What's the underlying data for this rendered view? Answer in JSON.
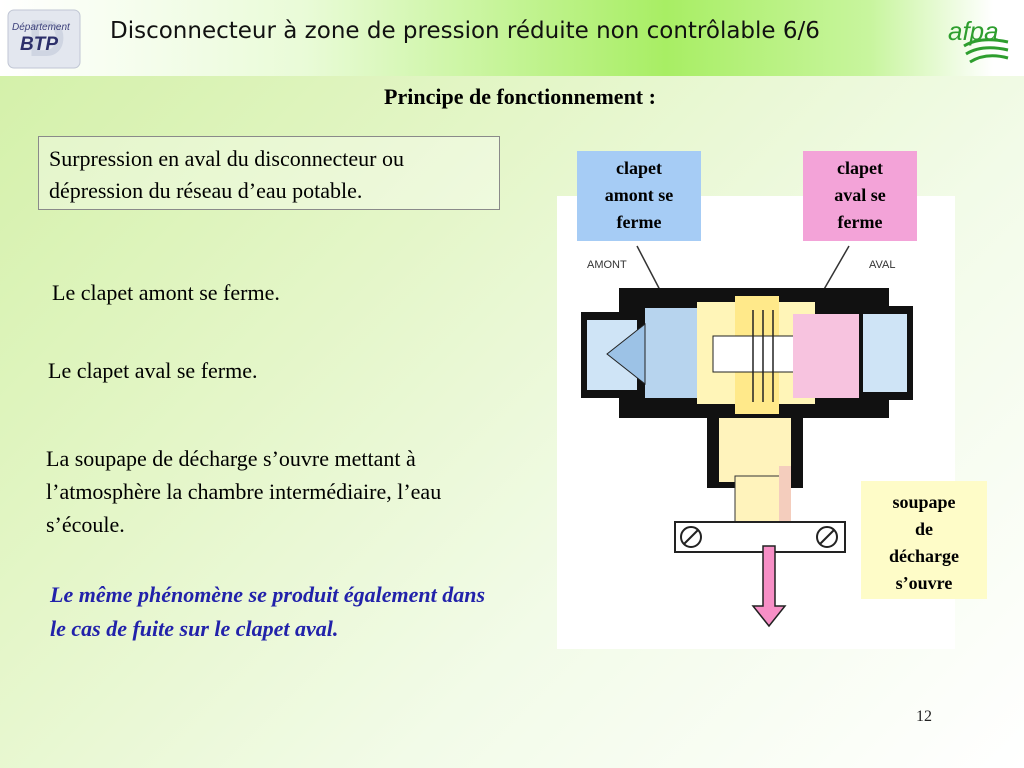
{
  "header": {
    "title": "Disconnecteur à zone de pression réduite non contrôlable 6/6",
    "logo_left_line1": "Département",
    "logo_left_line2": "BTP",
    "logo_right": "afpa"
  },
  "subtitle": "Principe de fonctionnement :",
  "intro": "Surpression en aval du disconnecteur ou dépression du réseau d’eau potable.",
  "paragraphs": {
    "p1": "Le clapet amont se ferme.",
    "p2": "Le clapet aval se ferme.",
    "p3": "La soupape de décharge s’ouvre mettant à l’atmosphère la chambre intermédiaire, l’eau s’écoule.",
    "p4": "Le même phénomène se produit également dans le cas de fuite sur le clapet aval."
  },
  "diagram": {
    "amont": "AMONT",
    "aval": "AVAL"
  },
  "labels": {
    "amont_l1": "clapet",
    "amont_l2": "amont se",
    "amont_l3": "ferme",
    "aval_l1": "clapet",
    "aval_l2": "aval se",
    "aval_l3": "ferme",
    "soupape_l1": "soupape",
    "soupape_l2": "de",
    "soupape_l3": "décharge",
    "soupape_l4": "s’ouvre"
  },
  "colors": {
    "amont_box": "#a6ccf5",
    "aval_box": "#f3a3d8",
    "soupape_box": "#fefcc8",
    "arrow": "#f78fc6"
  },
  "page_number": "12"
}
